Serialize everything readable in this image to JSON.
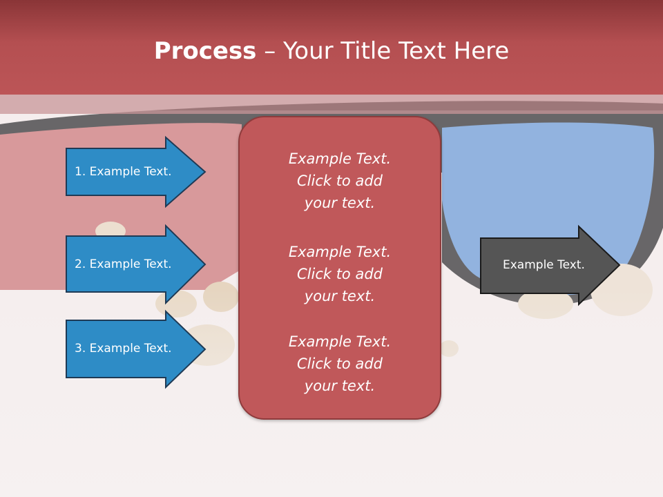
{
  "slide": {
    "title_bold": "Process",
    "title_rest": " – Your Title Text Here"
  },
  "left_arrows": [
    {
      "label": "1. Example Text."
    },
    {
      "label": "2. Example Text."
    },
    {
      "label": "3. Example Text."
    }
  ],
  "center_box": {
    "paragraphs": [
      {
        "line1": "Example Text.",
        "line2": "Click  to add",
        "line3": "your text."
      },
      {
        "line1": "Example Text.",
        "line2": "Click  to add",
        "line3": "your text."
      },
      {
        "line1": "Example Text.",
        "line2": "Click  to add",
        "line3": "your text."
      }
    ]
  },
  "right_arrow": {
    "label": "Example Text."
  },
  "colors": {
    "title_bar": "#b44f51",
    "left_arrow_fill": "#2e8cc6",
    "center_box_fill": "#c0585a",
    "right_arrow_fill": "#555555"
  }
}
